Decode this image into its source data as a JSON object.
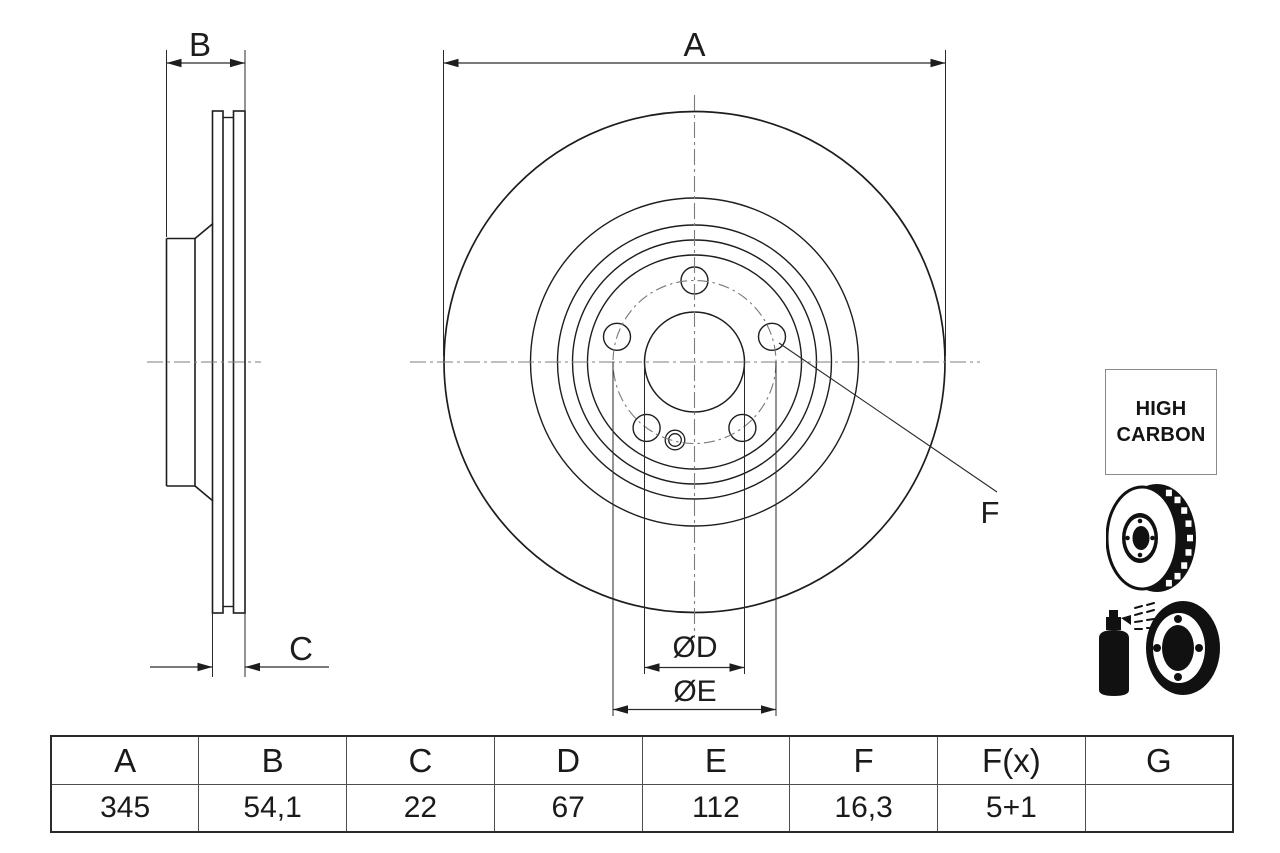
{
  "drawing": {
    "dimension_labels": {
      "A": "A",
      "B": "B",
      "C": "C",
      "F": "F",
      "D_dia": "ØD",
      "E_dia": "ØE"
    },
    "badge": {
      "line1": "HIGH",
      "line2": "CARBON"
    },
    "icons": [
      {
        "name": "vented-brake-disc-icon"
      },
      {
        "name": "spray-coated-disc-icon"
      }
    ],
    "colors": {
      "line": "#1d1d1d",
      "centerline": "#7d7d7d",
      "background": "#ffffff"
    }
  },
  "table": {
    "headers": [
      "A",
      "B",
      "C",
      "D",
      "E",
      "F",
      "F(x)",
      "G"
    ],
    "values": [
      "345",
      "54,1",
      "22",
      "67",
      "112",
      "16,3",
      "5+1",
      ""
    ]
  }
}
